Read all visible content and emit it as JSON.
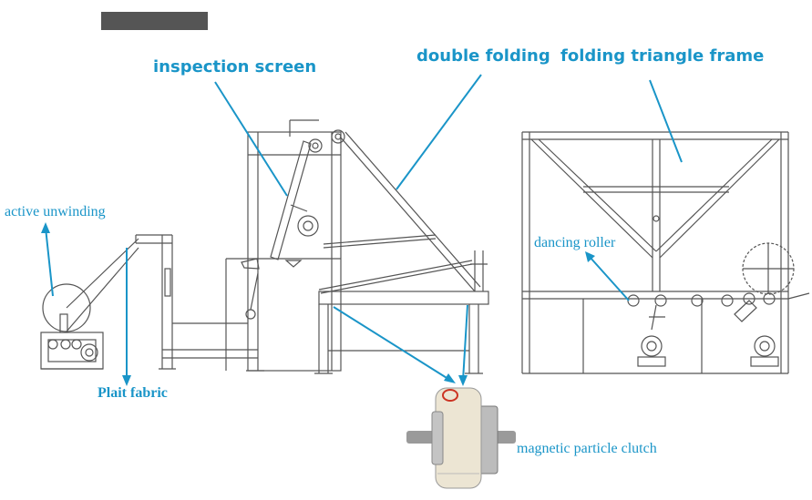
{
  "colors": {
    "accent": "#1a95c8",
    "line": "#555555",
    "clutch_body": "#ece5d3",
    "clutch_metal": "#9a9a9a"
  },
  "labels": {
    "inspection_screen": "inspection screen",
    "double_folding": "double folding",
    "folding_triangle_frame": "folding triangle frame",
    "active_unwinding": "active unwinding",
    "dancing_roller": "dancing roller",
    "plait_fabric": "Plait fabric",
    "magnetic_particle_clutch": "magnetic particle clutch"
  }
}
